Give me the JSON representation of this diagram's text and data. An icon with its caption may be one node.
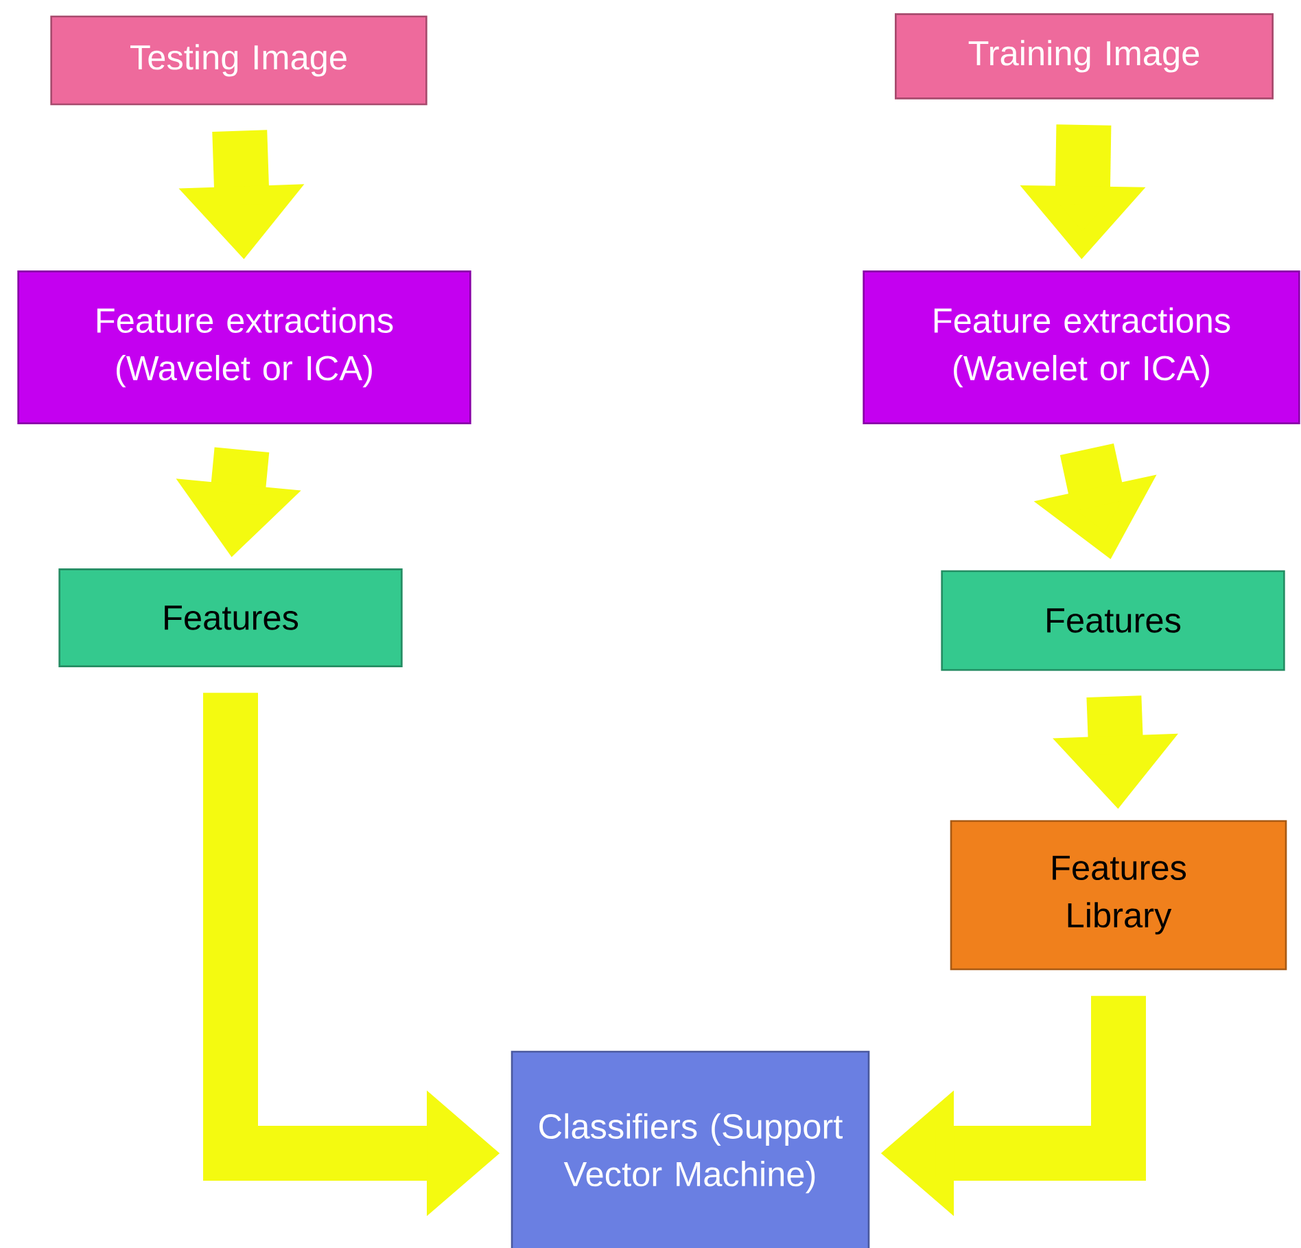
{
  "diagram": {
    "nodes": [
      {
        "text": [
          "Testing Image"
        ]
      },
      {
        "text": [
          "Training Image"
        ]
      },
      {
        "text": [
          "Feature extractions (Wavelet or ICA)"
        ]
      },
      {
        "text": [
          "Feature extractions (Wavelet or ICA)"
        ]
      },
      {
        "text": [
          "Features"
        ]
      },
      {
        "text": [
          "Features"
        ]
      },
      {
        "text": [
          "Features Library"
        ]
      },
      {
        "text": [
          "Classifiers (Support Vector Machine)"
        ]
      }
    ],
    "edges": [
      {
        "from": 0,
        "to": 2,
        "arrow": "to"
      },
      {
        "from": 1,
        "to": 3,
        "arrow": "to"
      },
      {
        "from": 2,
        "to": 4,
        "arrow": "to"
      },
      {
        "from": 3,
        "to": 5,
        "arrow": "to"
      },
      {
        "from": 5,
        "to": 6,
        "arrow": "to"
      },
      {
        "from": 4,
        "to": 7,
        "arrow": "to"
      },
      {
        "from": 6,
        "to": 7,
        "arrow": "to"
      }
    ]
  }
}
